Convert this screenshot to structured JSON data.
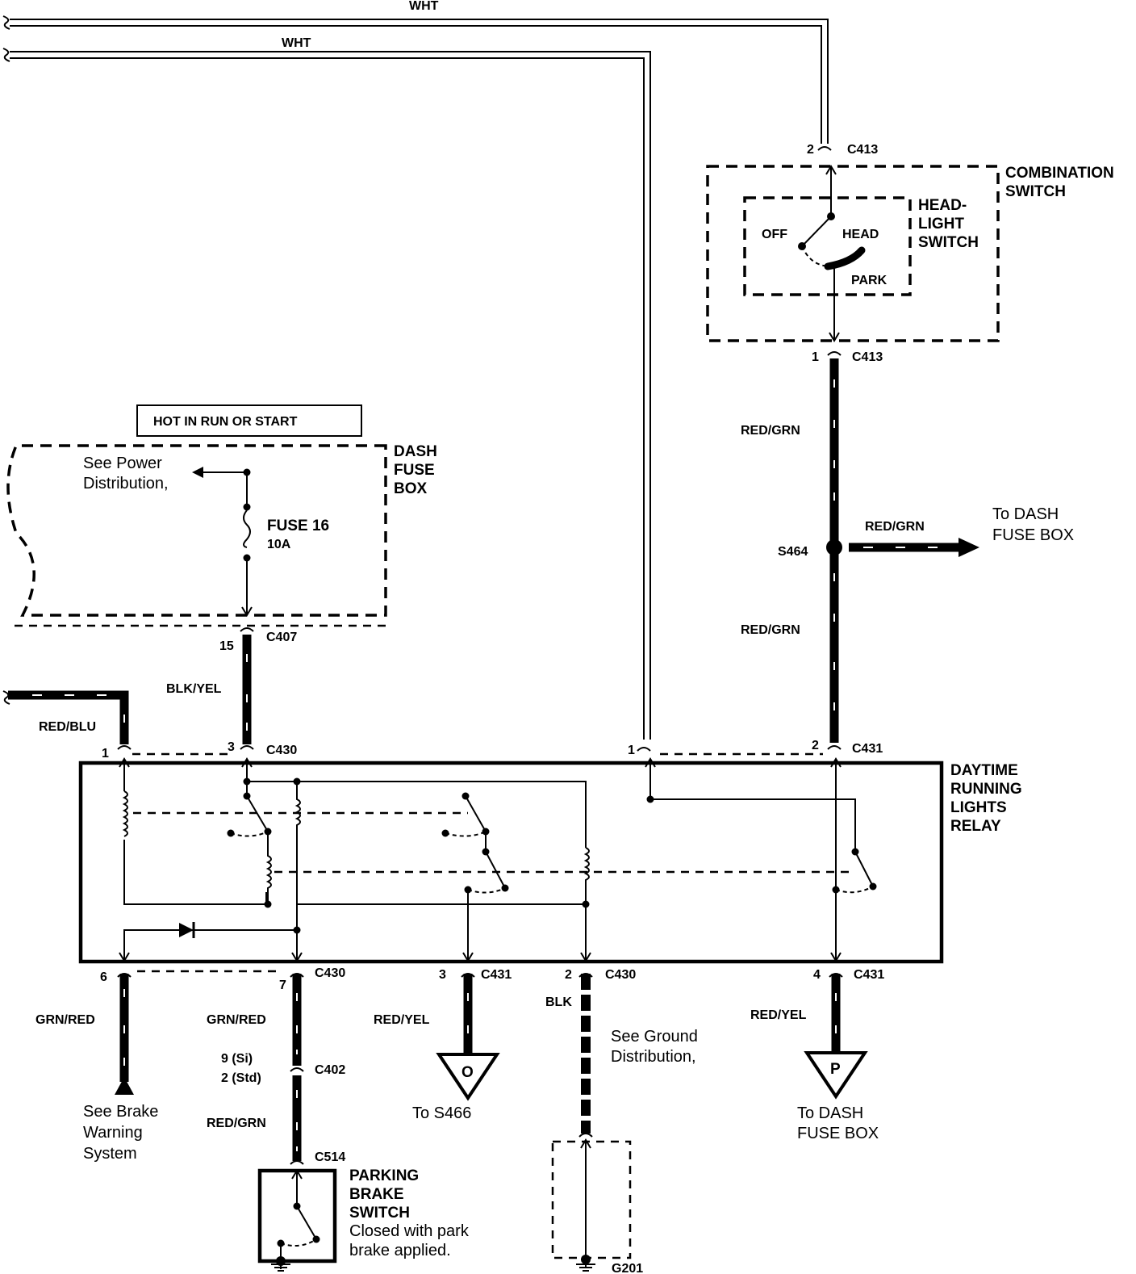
{
  "diagram": {
    "top_wires": [
      {
        "id": "wht-upper",
        "label": "WHT"
      },
      {
        "id": "wht-lower",
        "label": "WHT"
      }
    ],
    "combination_switch": {
      "title_line1": "COMBINATION",
      "title_line2": "SWITCH",
      "headlight_switch": {
        "line1": "HEAD-",
        "line2": "LIGHT",
        "line3": "SWITCH"
      },
      "positions": {
        "off": "OFF",
        "head": "HEAD",
        "park": "PARK"
      },
      "connector_top": {
        "pin": "2",
        "name": "C413"
      },
      "connector_bottom": {
        "pin": "1",
        "name": "C413"
      }
    },
    "right_wire": {
      "color_upper": "RED/GRN",
      "splice": "S464",
      "color_lower": "RED/GRN",
      "branch_color": "RED/GRN",
      "branch_dest_line1": "To DASH",
      "branch_dest_line2": "FUSE BOX"
    },
    "hot_box": "HOT IN RUN OR START",
    "dash_fuse_box": {
      "title_line1": "DASH",
      "title_line2": "FUSE",
      "title_line3": "BOX",
      "see_line1": "See Power",
      "see_line2": "Distribution,",
      "fuse_name": "FUSE 16",
      "fuse_rating": "10A",
      "connector": {
        "pin": "15",
        "name": "C407"
      }
    },
    "blk_yel_wire": "BLK/YEL",
    "red_blu_wire": "RED/BLU",
    "relay": {
      "title_line1": "DAYTIME",
      "title_line2": "RUNNING",
      "title_line3": "LIGHTS",
      "title_line4": "RELAY",
      "top_pins": [
        {
          "pin": "1",
          "name": ""
        },
        {
          "pin": "3",
          "name": "C430"
        },
        {
          "pin": "1",
          "name": ""
        },
        {
          "pin": "2",
          "name": "C431"
        }
      ],
      "bottom_pins": [
        {
          "pin": "6",
          "name": ""
        },
        {
          "pin": "7",
          "name": "C430"
        },
        {
          "pin": "3",
          "name": "C431"
        },
        {
          "pin": "2",
          "name": "C430"
        },
        {
          "pin": "4",
          "name": "C431"
        }
      ]
    },
    "bottom_circuits": {
      "brake_warning": {
        "wire": "GRN/RED",
        "line1": "See Brake",
        "line2": "Warning",
        "line3": "System"
      },
      "parking_brake": {
        "wire_upper": "GRN/RED",
        "c402_pin_si": "9 (Si)",
        "c402_pin_std": "2 (Std)",
        "c402": "C402",
        "wire_lower": "RED/GRN",
        "c514": "C514",
        "title_line1": "PARKING",
        "title_line2": "BRAKE",
        "title_line3": "SWITCH",
        "note_line1": "Closed with park",
        "note_line2": "brake applied."
      },
      "s466": {
        "wire": "RED/YEL",
        "symbol": "O",
        "dest": "To S466"
      },
      "ground": {
        "wire": "BLK",
        "line1": "See Ground",
        "line2": "Distribution,",
        "ground_name": "G201"
      },
      "dash_fuse": {
        "wire": "RED/YEL",
        "symbol": "P",
        "line1": "To DASH",
        "line2": "FUSE BOX"
      }
    }
  }
}
